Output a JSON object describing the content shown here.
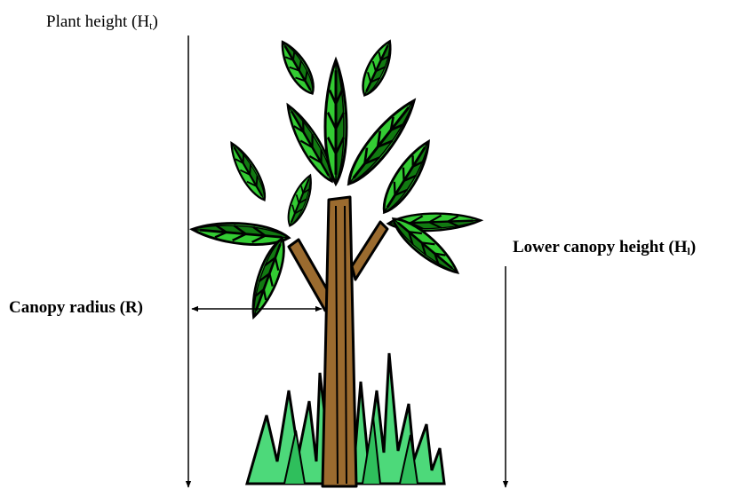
{
  "labels": {
    "plant_height": {
      "text": "Plant height (H",
      "sub": "t",
      "close": ")"
    },
    "lower_canopy_height": {
      "text": "Lower canopy height (H",
      "sub": "l",
      "close": ")"
    },
    "canopy_radius": {
      "text": "Canopy radius (R)"
    }
  },
  "colors": {
    "leaf_light": "#33cc33",
    "leaf_dark": "#117a11",
    "trunk": "#9b6b2f",
    "grass": "#4dd97a",
    "outline": "#000000"
  }
}
